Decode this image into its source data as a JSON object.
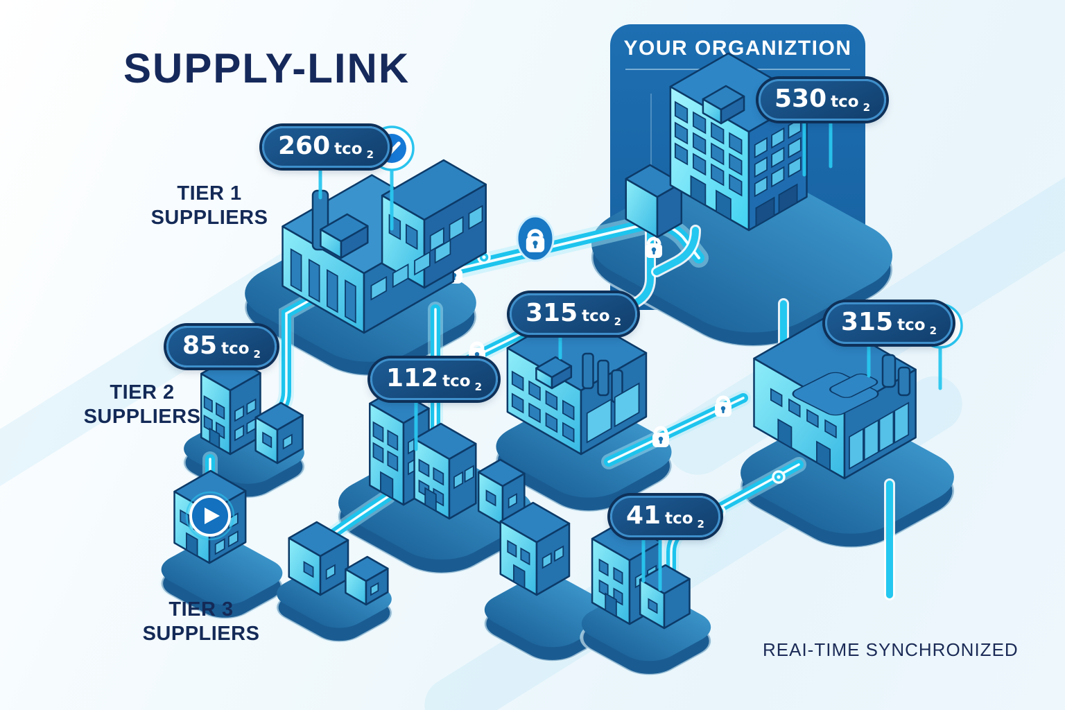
{
  "title": "SUPPLY-LINK",
  "org": {
    "title": "YOUR ORGANIZTION"
  },
  "labels": {
    "tier1": [
      "TIER 1",
      "SUPPLIERS"
    ],
    "tier2": [
      "TIER 2",
      "SUPPLIERS"
    ],
    "tier3": [
      "TIER 3",
      "SUPPLIERS"
    ]
  },
  "footer": "REAI-TIME SYNCHRONIZED",
  "badges": [
    {
      "id": "tier1-factory",
      "value": "260",
      "unit": "tco",
      "sub": "2",
      "verified": true
    },
    {
      "id": "your-organization",
      "value": "530",
      "unit": "tco",
      "sub": "2",
      "verified": false
    },
    {
      "id": "tier2-left",
      "value": "85",
      "unit": "tco",
      "sub": "2",
      "verified": false
    },
    {
      "id": "tier2-center",
      "value": "112",
      "unit": "tco",
      "sub": "2",
      "verified": false
    },
    {
      "id": "center-factory",
      "value": "315",
      "unit": "tco",
      "sub": "2",
      "verified": false
    },
    {
      "id": "right-warehouse",
      "value": "315",
      "unit": "tco",
      "sub": "2",
      "verified": true
    },
    {
      "id": "bottom-cluster",
      "value": "41",
      "unit": "tco",
      "sub": "2",
      "verified": false
    }
  ],
  "icons": {
    "verified": "check-circle-icon",
    "lock": "padlock-icon",
    "play": "play-circle-icon",
    "connector": "connector-node-icon"
  },
  "colors": {
    "accent_cyan": "#1dc4ed",
    "navy_text": "#16295b",
    "badge_fill": "#123f6d",
    "badge_border": "#3e8fcb",
    "platform_blue": "#2577af",
    "panel_blue": "#1a68ab",
    "building_light_cyan": "#8feef9",
    "building_mid_blue": "#2472ae",
    "check_blue": "#1779d6",
    "white": "#ffffff"
  }
}
